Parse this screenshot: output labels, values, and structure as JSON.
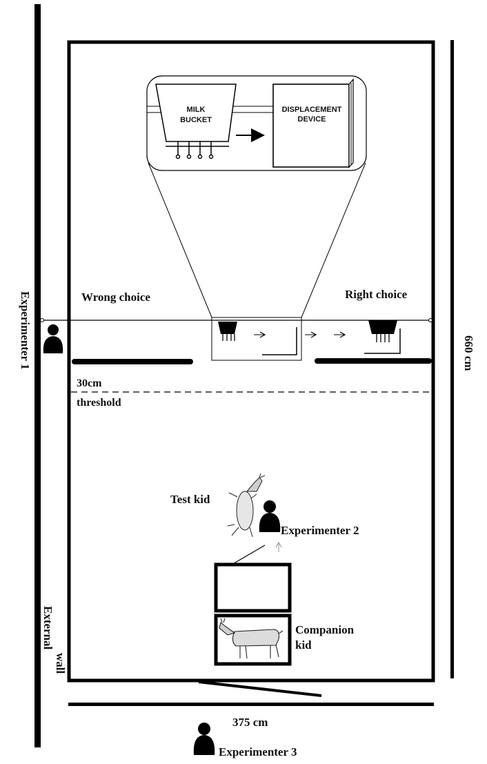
{
  "labels": {
    "experimenter_1": "Experimenter 1",
    "experimenter_2": "Experimenter 2",
    "experimenter_3": "Experimenter 3",
    "wrong_choice": "Wrong choice",
    "right_choice": "Right choice",
    "threshold_distance": "30cm",
    "threshold": "threshold",
    "test_kid": "Test kid",
    "companion_kid_line1": "Companion",
    "companion_kid_line2": "kid",
    "external_wall_line1": "External",
    "external_wall_line2": "wall",
    "length_dimension": "660 cm",
    "width_dimension": "375 cm",
    "milk_bucket_line1": "MILK",
    "milk_bucket_line2": "BUCKET",
    "displacement_device_line1": "DISPLACEMENT",
    "displacement_device_line2": "DEVICE"
  },
  "icons": {
    "person": "person-silhouette-icon",
    "goat": "goat-icon",
    "arrow": "arrow-right-icon",
    "bucket": "milk-bucket-icon"
  },
  "colors": {
    "ink": "#000000",
    "background": "#ffffff",
    "faint_arrow": "#9a9a9a"
  }
}
